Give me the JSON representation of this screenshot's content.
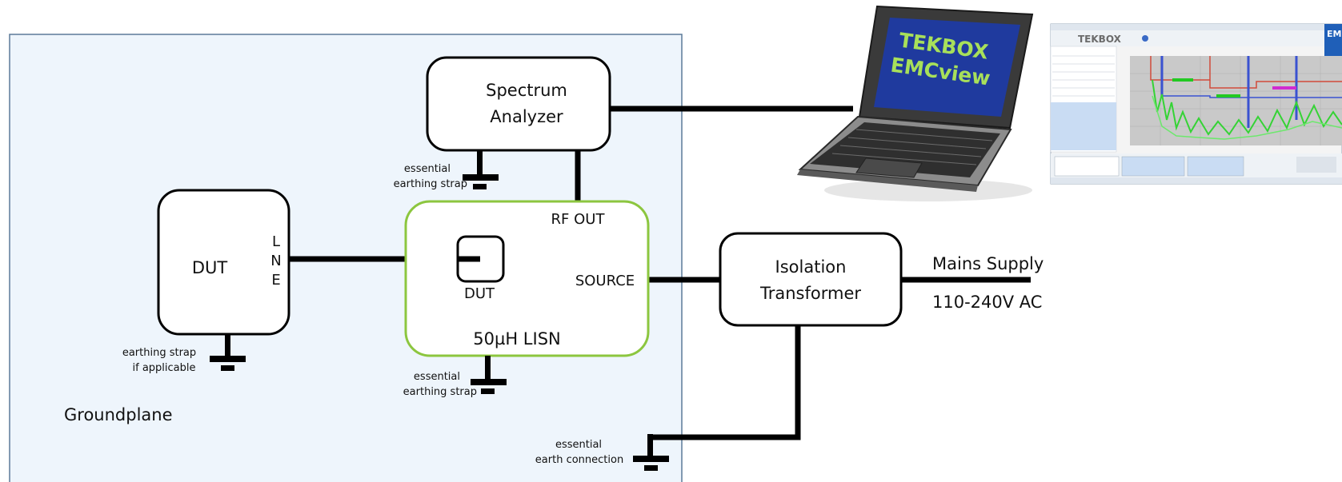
{
  "groundplane": {
    "label": "Groundplane",
    "fill": "#eef5fc",
    "stroke": "#5b7a99"
  },
  "spectrum_analyzer": {
    "line1": "Spectrum",
    "line2": "Analyzer"
  },
  "dut": {
    "label": "DUT",
    "pins": [
      "L",
      "N",
      "E"
    ]
  },
  "lisn": {
    "label": "50µH LISN",
    "rf_out": "RF OUT",
    "source": "SOURCE",
    "dut_port": "DUT",
    "stroke": "#8cc63f"
  },
  "isolation_transformer": {
    "line1": "Isolation",
    "line2": "Transformer"
  },
  "mains": {
    "line1": "Mains Supply",
    "line2": "110-240V AC"
  },
  "laptop": {
    "screen_line1": "TEKBOX",
    "screen_line2": "EMCview",
    "screen_bg": "#1f3a9e",
    "screen_text": "#a8e05a"
  },
  "screenshot": {
    "brand": "TEKBOX",
    "corner": "EM"
  },
  "grounds": {
    "sa": {
      "line1": "essential",
      "line2": "earthing strap"
    },
    "lisn": {
      "line1": "essential",
      "line2": "earthing strap"
    },
    "dut": {
      "line1": "earthing strap",
      "line2": "if applicable"
    },
    "earth": {
      "line1": "essential",
      "line2": "earth connection"
    }
  }
}
